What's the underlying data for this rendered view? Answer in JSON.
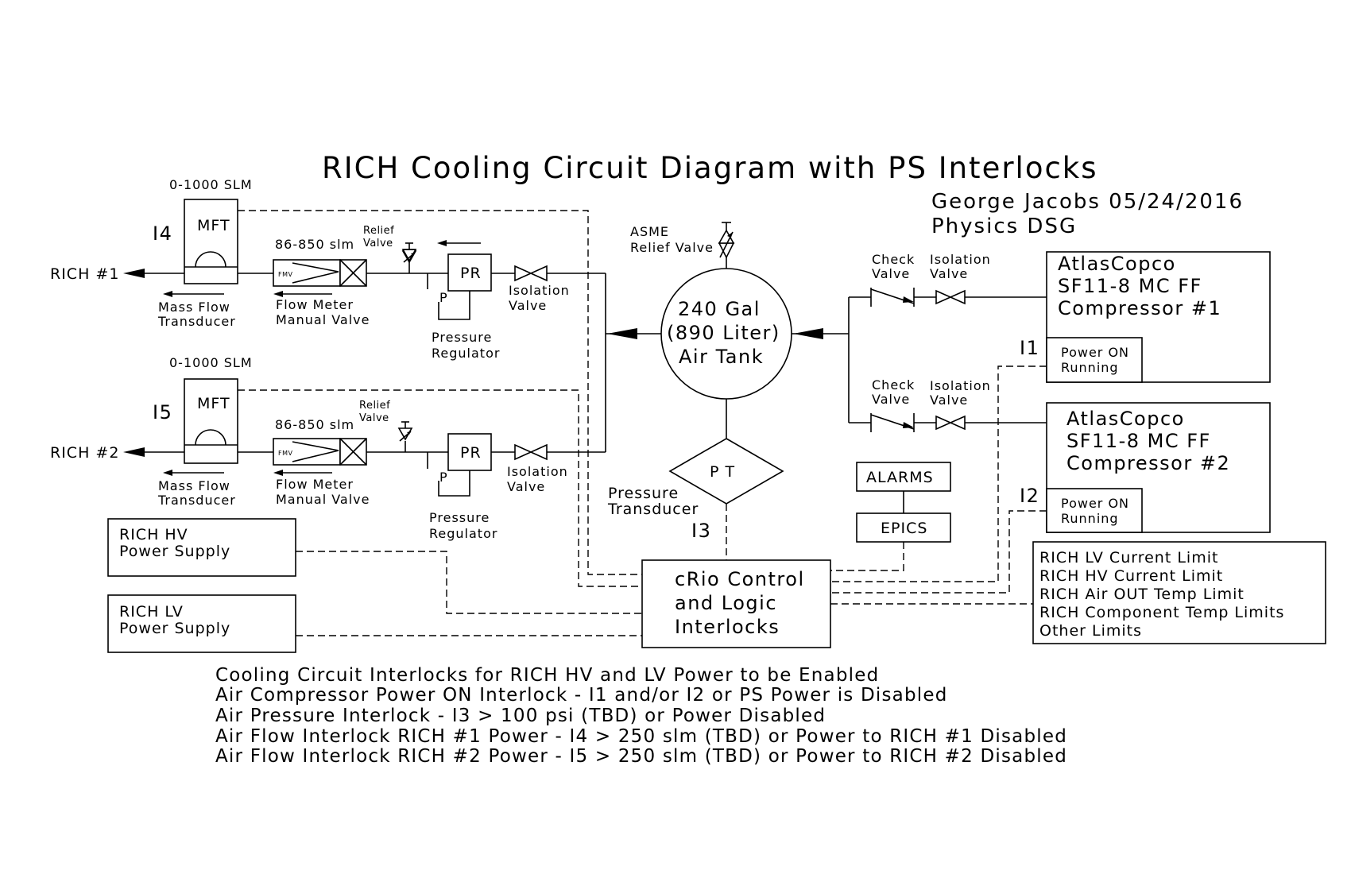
{
  "title": "RICH Cooling Circuit Diagram with PS Interlocks",
  "author": {
    "line1": "George Jacobs 05/24/2016",
    "line2": "Physics DSG"
  },
  "branch1": {
    "rich": "RICH #1",
    "range": "0-1000 SLM",
    "interlock": "I4",
    "mft": "MFT",
    "mft_label1": "Mass Flow",
    "mft_label2": "Transducer",
    "fm_range": "86-850 slm",
    "fmv": "FMV",
    "fm_label1": "Flow Meter",
    "fm_label2": "Manual Valve",
    "relief1": "Relief",
    "relief2": "Valve",
    "pr": "PR",
    "p": "P",
    "preg1": "Pressure",
    "preg2": "Regulator",
    "iso1": "Isolation",
    "iso2": "Valve"
  },
  "branch2": {
    "rich": "RICH #2",
    "range": "0-1000 SLM",
    "interlock": "I5",
    "mft": "MFT",
    "mft_label1": "Mass Flow",
    "mft_label2": "Transducer",
    "fm_range": "86-850 slm",
    "fmv": "FMV",
    "fm_label1": "Flow Meter",
    "fm_label2": "Manual Valve",
    "relief1": "Relief",
    "relief2": "Valve",
    "pr": "PR",
    "p": "P",
    "preg1": "Pressure",
    "preg2": "Regulator",
    "iso1": "Isolation",
    "iso2": "Valve"
  },
  "tank": {
    "asme1": "ASME",
    "asme2": "Relief Valve",
    "line1": "240 Gal",
    "line2": "(890 Liter)",
    "line3": "Air Tank"
  },
  "pt": {
    "label": "P T",
    "name1": "Pressure",
    "name2": "Transducer",
    "interlock": "I3"
  },
  "compressor1": {
    "check1": "Check",
    "check2": "Valve",
    "iso1": "Isolation",
    "iso2": "Valve",
    "name1": "AtlasCopco",
    "name2": "SF11-8 MC FF",
    "name3": "Compressor #1",
    "interlock": "I1",
    "status1": "Power ON",
    "status2": "Running"
  },
  "compressor2": {
    "check1": "Check",
    "check2": "Valve",
    "iso1": "Isolation",
    "iso2": "Valve",
    "name1": "AtlasCopco",
    "name2": "SF11-8 MC FF",
    "name3": "Compressor #2",
    "interlock": "I2",
    "status1": "Power ON",
    "status2": "Running"
  },
  "alarms": "ALARMS",
  "epics": "EPICS",
  "crio": {
    "line1": "cRio Control",
    "line2": "and Logic",
    "line3": "Interlocks"
  },
  "hv_supply": {
    "line1": "RICH HV",
    "line2": "Power Supply"
  },
  "lv_supply": {
    "line1": "RICH LV",
    "line2": "Power Supply"
  },
  "limits": [
    "RICH LV Current Limit",
    "RICH HV Current Limit",
    "RICH Air OUT Temp Limit",
    "RICH Component Temp Limits",
    "Other Limits"
  ],
  "notes": [
    "Cooling Circuit Interlocks for RICH HV and LV Power to be Enabled",
    "Air Compressor Power ON Interlock - I1 and/or I2 or PS Power is Disabled",
    "Air Pressure Interlock - I3 > 100 psi (TBD) or Power Disabled",
    "Air Flow Interlock RICH #1 Power - I4 > 250 slm (TBD) or Power to RICH #1 Disabled",
    "Air Flow Interlock RICH #2 Power - I5 > 250 slm (TBD) or Power to RICH #2 Disabled"
  ]
}
